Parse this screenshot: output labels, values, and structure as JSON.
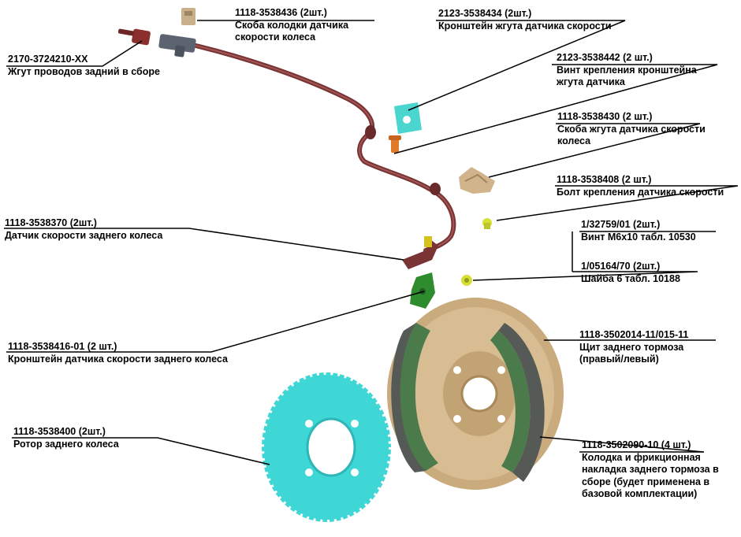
{
  "parts": [
    {
      "id": "harness",
      "code": "2170-3724210-XX",
      "name": [
        "Жгут проводов задний в сборе"
      ]
    },
    {
      "id": "sensor-clip",
      "code": "1118-3538436 (2шт.)",
      "name": [
        "Скоба колодки датчика",
        "скорости колеса"
      ]
    },
    {
      "id": "harness-bracket",
      "code": "2123-3538434 (2шт.)",
      "name": [
        "Кронштейн жгута датчика скорости"
      ]
    },
    {
      "id": "bracket-screw",
      "code": "2123-3538442 (2 шт.)",
      "name": [
        "Винт крепления кронштейна",
        "жгута датчика"
      ]
    },
    {
      "id": "harness-clip",
      "code": "1118-3538430 (2 шт.)",
      "name": [
        "Скоба жгута датчика скорости",
        "колеса"
      ]
    },
    {
      "id": "sensor-bolt",
      "code": "1118-3538408 (2 шт.)",
      "name": [
        "Болт крепления датчика скорости"
      ]
    },
    {
      "id": "screw-m6",
      "code": "1/32759/01 (2шт.)",
      "name": [
        "Винт М6х10 табл. 10530"
      ]
    },
    {
      "id": "speed-sensor",
      "code": "1118-3538370 (2шт.)",
      "name": [
        "Датчик скорости заднего колеса"
      ]
    },
    {
      "id": "washer",
      "code": "1/05164/70 (2шт.)",
      "name": [
        "Шайба 6 табл. 10188"
      ]
    },
    {
      "id": "sensor-bracket",
      "code": "1118-3538416-01 (2 шт.)",
      "name": [
        "Кронштейн датчика скорости заднего колеса"
      ]
    },
    {
      "id": "brake-shield",
      "code": "1118-3502014-11/015-11",
      "name": [
        "Щит заднего тормоза",
        "(правый/левый)"
      ]
    },
    {
      "id": "rotor",
      "code": "1118-3538400 (2шт.)",
      "name": [
        "Ротор заднего колеса"
      ]
    },
    {
      "id": "brake-shoe",
      "code": "1118-3502090-10 (4 шт.)",
      "name": [
        "Колодка и фрикционная",
        "накладка заднего тормоза в",
        "сборе (будет применена в",
        "базовой комплектации)"
      ]
    }
  ],
  "colors": {
    "wire": "#7a3434",
    "rotor": "#3fd6d6",
    "shield": "#c9ab7e",
    "shoe": "#4b7a4b",
    "lining": "#565a56",
    "bracket_cyan": "#4ad6cf",
    "screw_orange": "#e07a2a",
    "bolt_yellow": "#d6e034",
    "sensor_bracket_green": "#2e8b2e",
    "clip_tan": "#d2b48c"
  }
}
